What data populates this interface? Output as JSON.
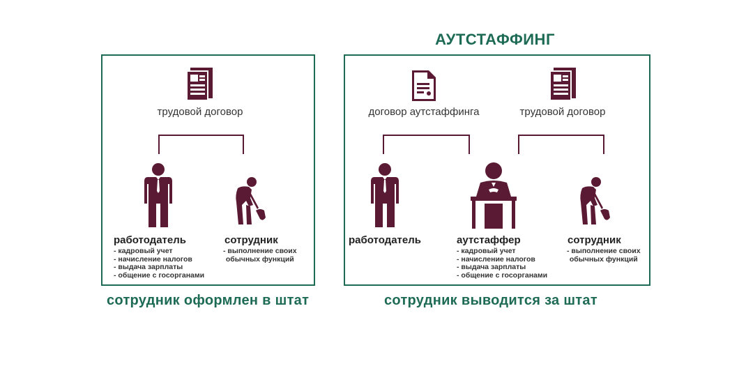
{
  "colors": {
    "accent": "#1e6b55",
    "icon": "#5b1a33",
    "text": "#333333"
  },
  "outstaffing_title": "АУТСТАФФИНГ",
  "left": {
    "contract_label": "трудовой договор",
    "contract_icon": "document-icon",
    "employer": {
      "label": "работодатель",
      "icon": "businessman-icon",
      "duties": [
        "- кадровый учет",
        "- начисление налогов",
        "- выдача зарплаты",
        "- общение с госорганами"
      ]
    },
    "employee": {
      "label": "сотрудник",
      "icon": "worker-shovel-icon",
      "duties": [
        "- выполнение своих",
        "обычных функций"
      ]
    },
    "caption": "сотрудник оформлен в штат"
  },
  "right": {
    "contract1_label": "договор аутстаффинга",
    "contract1_icon": "contract-document-icon",
    "contract2_label": "трудовой договор",
    "contract2_icon": "document-icon",
    "employer": {
      "label": "работодатель",
      "icon": "businessman-icon"
    },
    "outstaffer": {
      "label": "аутстаффер",
      "icon": "person-at-desk-icon",
      "duties": [
        "- кадровый учет",
        "- начисление налогов",
        "- выдача зарплаты",
        "- общение с госорганами"
      ]
    },
    "employee": {
      "label": "сотрудник",
      "icon": "worker-shovel-icon",
      "duties": [
        "- выполнение своих",
        "обычных функций"
      ]
    },
    "caption": "сотрудник выводится за штат"
  }
}
